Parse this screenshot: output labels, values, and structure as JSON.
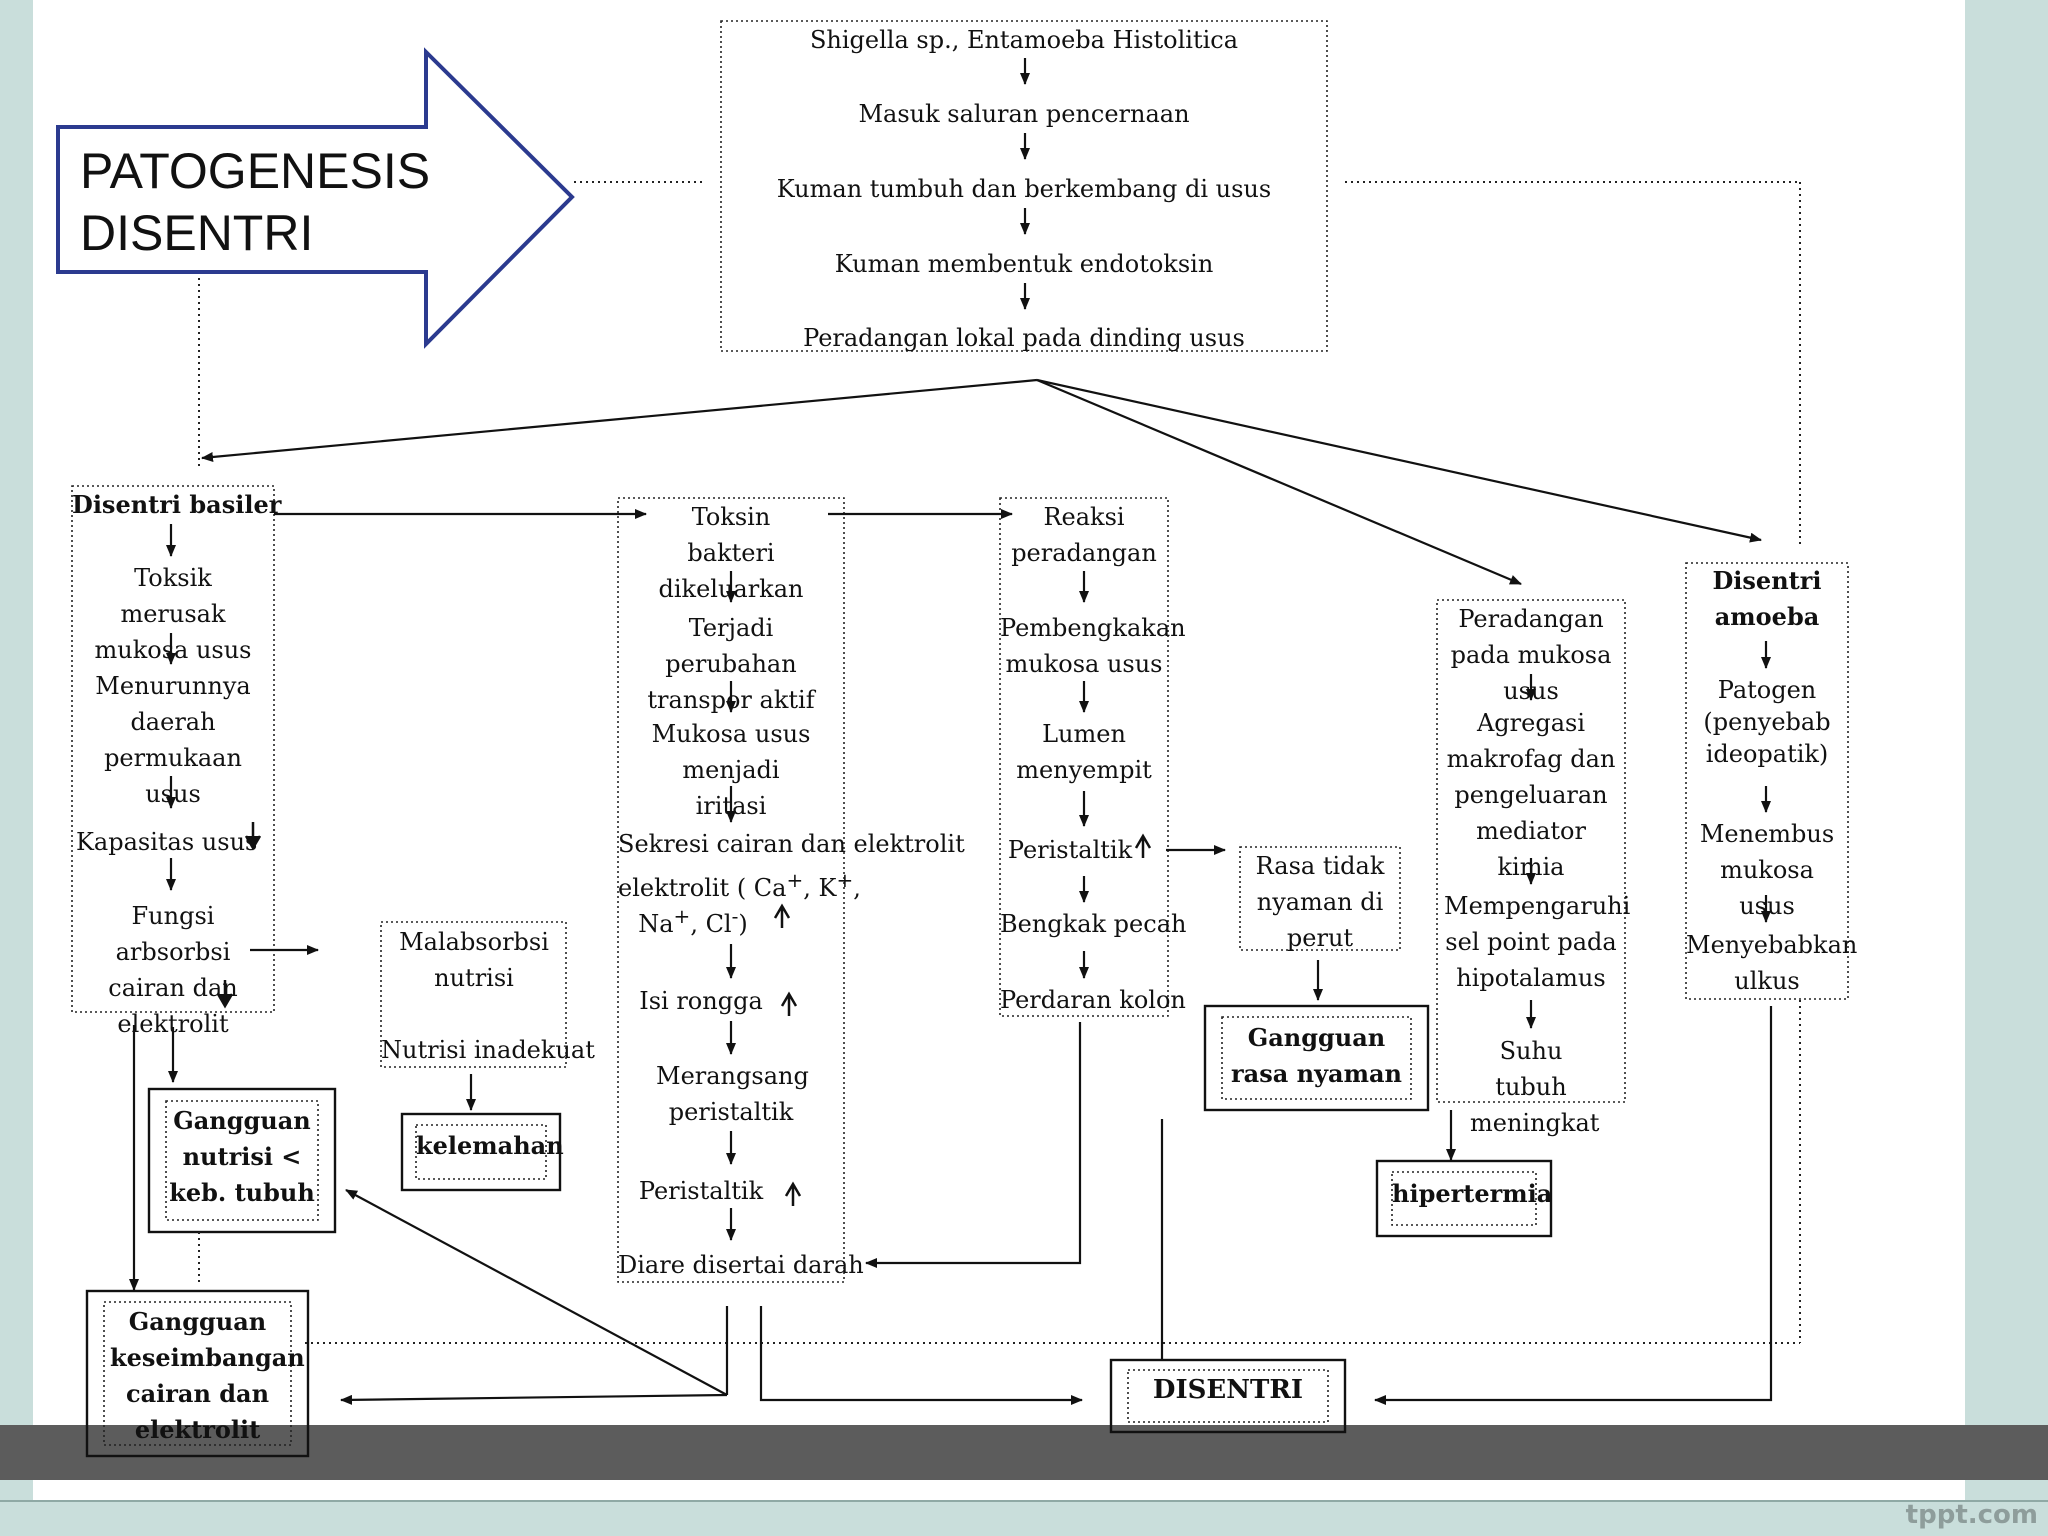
{
  "title": [
    "PATOGENESIS",
    "DISENTRI"
  ],
  "watermark": "tppt.com",
  "top_flow": [
    "Shigella sp., Entamoeba Histolitica",
    "Masuk saluran pencernaan",
    "Kuman tumbuh dan berkembang di usus",
    "Kuman membentuk endotoksin",
    "Peradangan lokal pada dinding usus"
  ],
  "basiler": {
    "header": "Disentri basiler",
    "steps": [
      "Toksik merusak mukosa usus",
      "Menurunnya daerah permukaan usus",
      "Kapasitas usus",
      "Fungsi arbsorbsi cairan dan elektrolit"
    ]
  },
  "malabsorbsi": [
    "Malabsorbsi nutrisi",
    "Nutrisi inadekuat"
  ],
  "kelemahan": "kelemahan",
  "gangguan_nutrisi": "Gangguan nutrisi < keb. tubuh",
  "gangguan_cairan": "Gangguan keseimbangan cairan dan elektrolit",
  "toksin": [
    "Toksin bakteri dikeluarkan",
    "Terjadi perubahan transpor aktif",
    "Mukosa usus menjadi iritasi",
    "Sekresi cairan dan elektrolit",
    "Isi rongga",
    "Merangsang peristaltik",
    "Peristaltik",
    "Diare disertai darah"
  ],
  "ion_line_a": "elektrolit  ( Ca",
  "ion_line_b": ", K",
  "ion_line_c": ",",
  "ion_na": "Na",
  "ion_cl": ", Cl",
  "ion_close": ")",
  "reaksi": [
    "Reaksi peradangan",
    "Pembengkakan mukosa usus",
    "Lumen menyempit",
    "Peristaltik",
    "Bengkak pecah",
    "Perdaran kolon"
  ],
  "rasa": "Rasa tidak nyaman di perut",
  "gangguan_rasa": "Gangguan rasa nyaman",
  "peradangan_mukosa": [
    "Peradangan pada mukosa usus",
    "Agregasi makrofag dan pengeluaran mediator kimia",
    "Mempengaruhi sel point pada hipotalamus",
    "Suhu tubuh meningkat"
  ],
  "hipertermia": "hipertermia",
  "amoeba": {
    "header": "Disentri amoeba",
    "steps": [
      "Patogen (penyebab ideopatik)",
      "Menembus mukosa usus",
      "Menyebabkan ulkus"
    ]
  },
  "disentri": "DISENTRI"
}
